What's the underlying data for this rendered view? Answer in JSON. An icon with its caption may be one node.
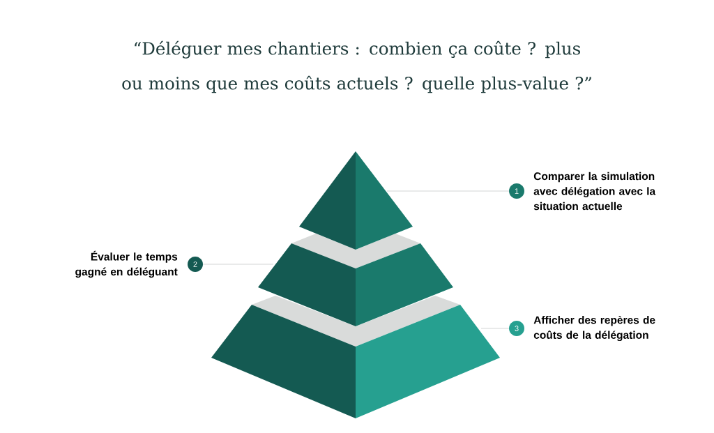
{
  "diagram": {
    "title": "“Déléguer mes chantiers : combien ça coûte ? plus ou moins que mes coûts actuels ? quelle plus-value ?”",
    "nodes": [
      {
        "text": [],
        "shape": "triangle"
      },
      {
        "text": [],
        "shape": "trapezoid"
      },
      {
        "text": [],
        "shape": "trapezoid"
      },
      {
        "text": [
          "1"
        ],
        "beside": [
          "Comparer la simulation avec délégation avec la situation actuelle"
        ]
      },
      {
        "text": [
          "2"
        ],
        "beside": [
          "Évaluer le temps gagné en déléguant"
        ]
      },
      {
        "text": [
          "3"
        ],
        "beside": [
          "Afficher des repères de coûts de la délégation"
        ]
      }
    ],
    "edges": [
      {
        "from": 3,
        "to": 0,
        "arrow": "none"
      },
      {
        "from": 4,
        "to": 1,
        "arrow": "none"
      },
      {
        "from": 5,
        "to": 2,
        "arrow": "none"
      }
    ]
  }
}
